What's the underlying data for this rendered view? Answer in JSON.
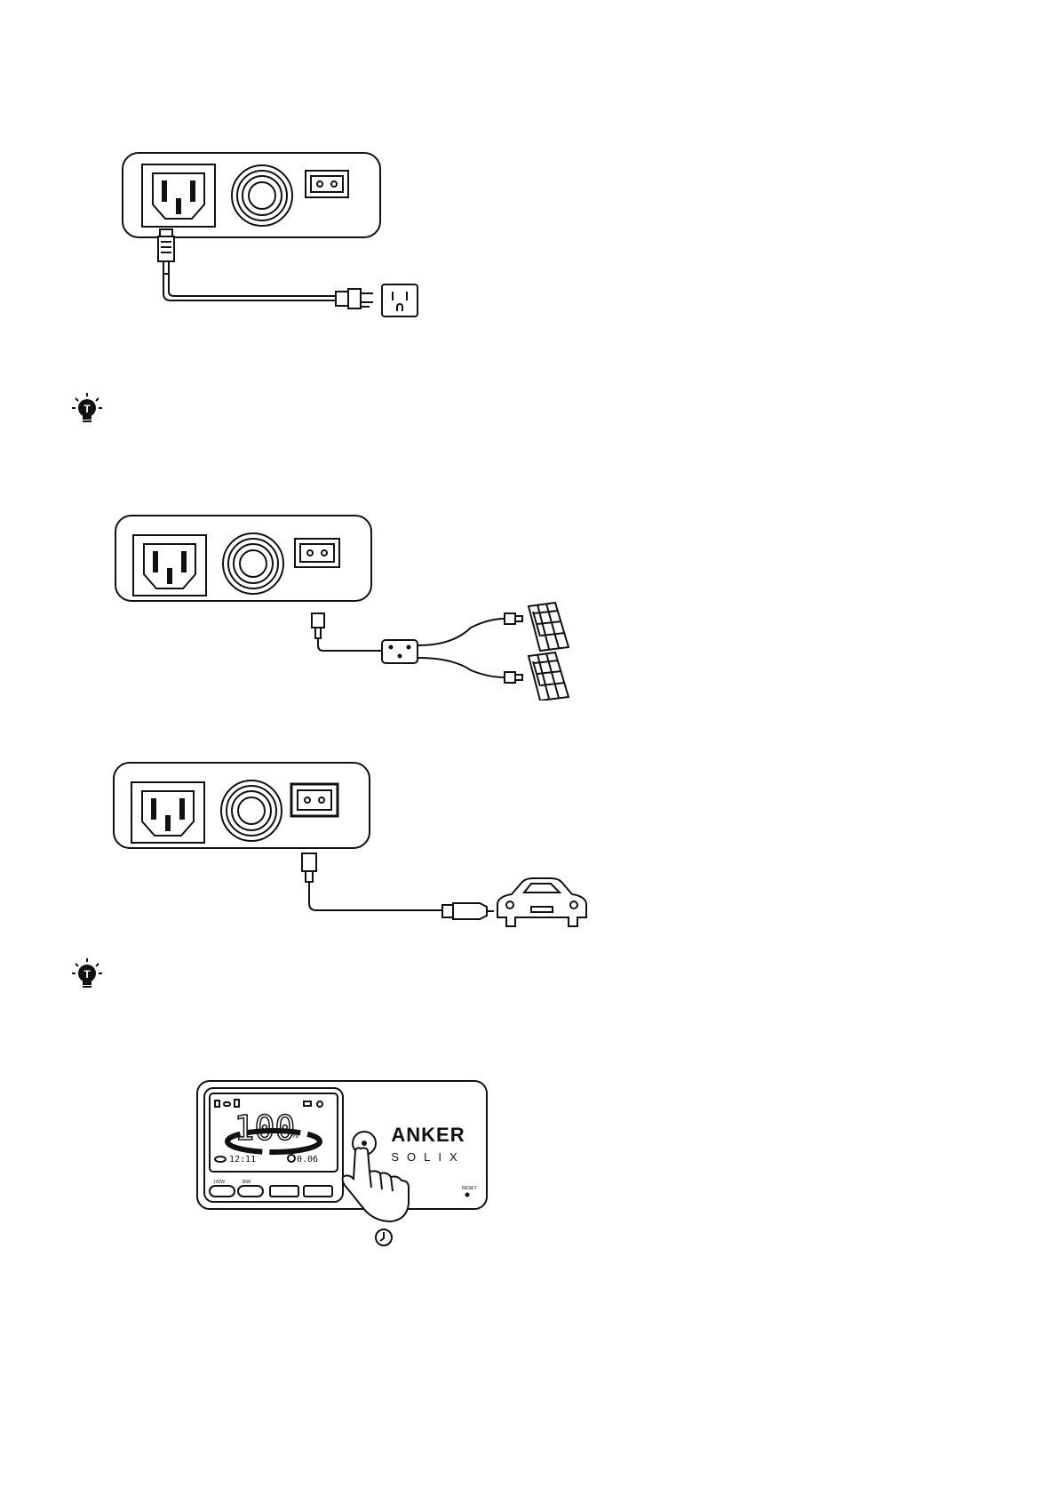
{
  "tip_icon": "lightbulb-tip-icon",
  "display": {
    "percent_value": "100",
    "percent_unit": "%",
    "time_readout": "12:11",
    "watts_readout": "0.06",
    "port_label_c1": "100W",
    "port_label_c2": "30W",
    "reset_label": "RESET"
  },
  "brand": {
    "line1": "ANKER",
    "line2": "SOLIX"
  },
  "icons": {
    "hand": "hand-press-icon",
    "timer": "timer-icon",
    "car": "car-icon",
    "solar": "solar-panel-icon",
    "outlet": "wall-outlet-icon"
  }
}
